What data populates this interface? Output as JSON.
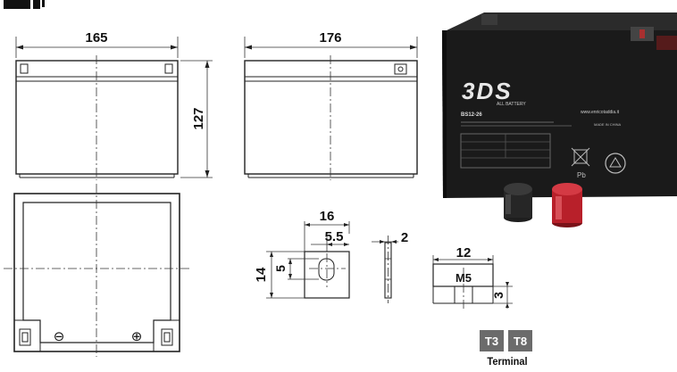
{
  "front_view": {
    "width_label": "165",
    "height_label": "127"
  },
  "side_view": {
    "width_label": "176"
  },
  "top_view": {
    "negative_symbol": "⊖",
    "positive_symbol": "⊕"
  },
  "terminal_plate": {
    "width_label": "16",
    "hole_offset_label": "5.5",
    "height_label": "14",
    "hole_height_label": "5"
  },
  "terminal_thickness": {
    "label": "2"
  },
  "terminal_bolt": {
    "width_label": "12",
    "thread_label": "M5",
    "height_label": "3"
  },
  "terminal_types": {
    "badges": [
      "T3",
      "T8"
    ],
    "caption": "Terminal"
  },
  "product_photo": {
    "brand": "3DS",
    "brand_sub": "ALL BATTERY",
    "model": "BS12-26",
    "website": "www.enricotaddia.it",
    "origin": "MADE IN CHINA",
    "recycle_label": "Pb",
    "case_color": "#1a1a1a",
    "terminal_neg_color": "#2a2a2a",
    "terminal_pos_color": "#b8202a"
  }
}
